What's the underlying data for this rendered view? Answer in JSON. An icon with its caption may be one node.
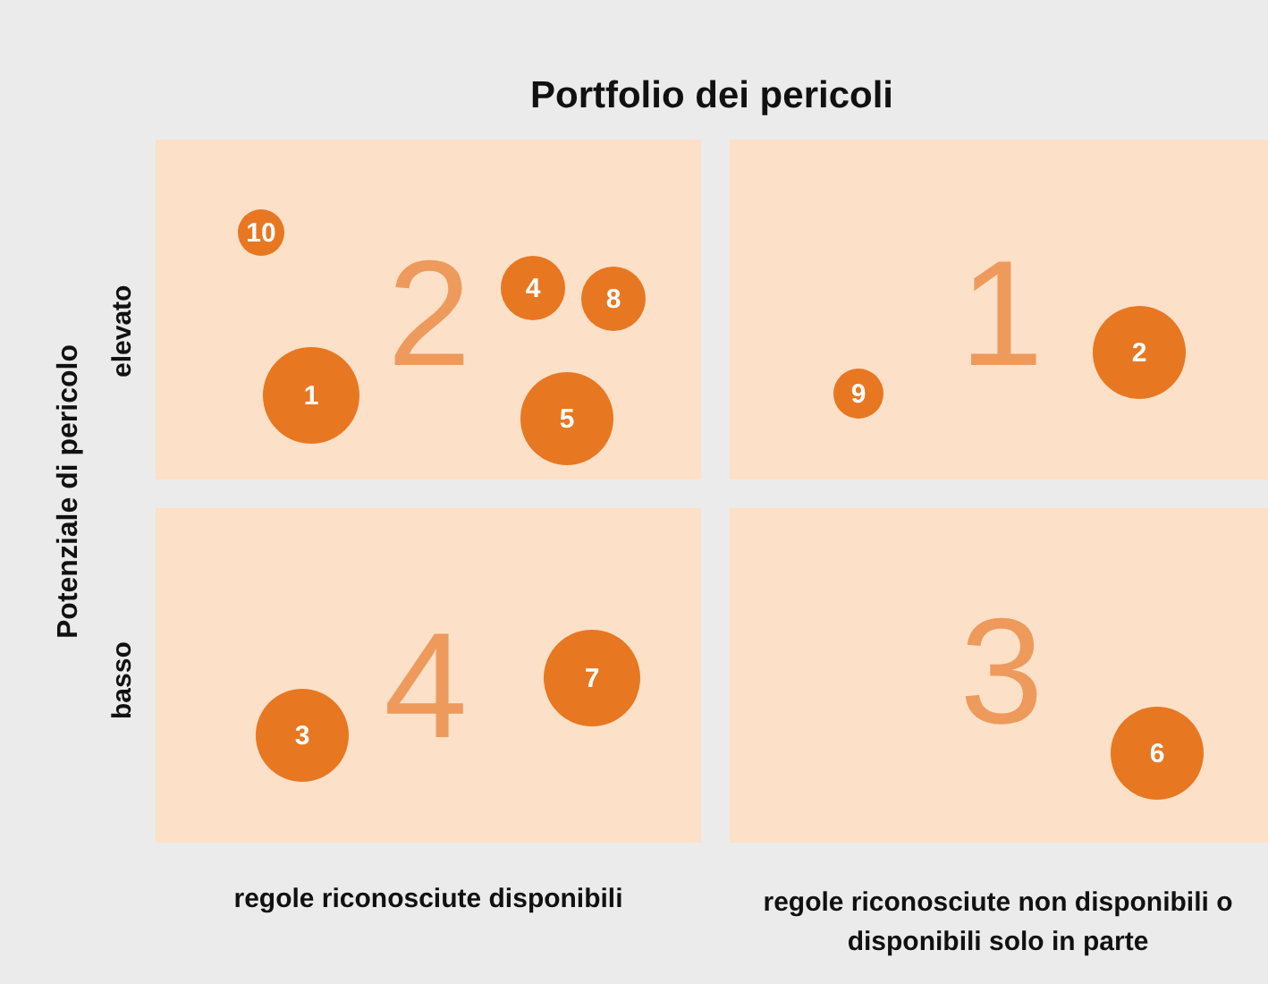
{
  "diagram": {
    "title": "Portfolio dei pericoli",
    "nodes": [
      {
        "text": [
          "2"
        ]
      },
      {
        "text": [
          "10"
        ],
        "in": 0
      },
      {
        "text": [
          "4"
        ],
        "in": 0
      },
      {
        "text": [
          "8"
        ],
        "in": 0
      },
      {
        "text": [
          "1"
        ],
        "in": 0
      },
      {
        "text": [
          "5"
        ],
        "in": 0
      },
      {
        "text": [
          "1"
        ]
      },
      {
        "text": [
          "9"
        ],
        "in": 6
      },
      {
        "text": [
          "2"
        ],
        "in": 6
      },
      {
        "text": [
          "4"
        ]
      },
      {
        "text": [
          "7"
        ],
        "in": 9
      },
      {
        "text": [
          "3"
        ],
        "in": 9
      },
      {
        "text": [
          "3"
        ]
      },
      {
        "text": [
          "6"
        ],
        "in": 12
      }
    ],
    "labels": [
      "Potenziale di pericolo",
      "elevato",
      "basso",
      "regole riconosciute disponibili",
      "regole riconosciute non disponibili o disponibili solo in parte"
    ]
  }
}
